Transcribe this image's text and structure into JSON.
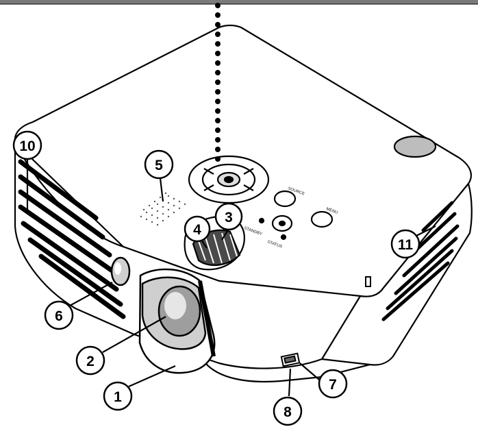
{
  "callouts": [
    {
      "id": "1",
      "text": "1"
    },
    {
      "id": "2",
      "text": "2"
    },
    {
      "id": "3",
      "text": "3"
    },
    {
      "id": "4",
      "text": "4"
    },
    {
      "id": "5",
      "text": "5"
    },
    {
      "id": "6",
      "text": "6"
    },
    {
      "id": "7",
      "text": "7"
    },
    {
      "id": "8",
      "text": "8"
    },
    {
      "id": "10",
      "text": "10"
    },
    {
      "id": "11",
      "text": "11"
    }
  ],
  "panel": {
    "standby": "STANDBY",
    "status": "STATUS",
    "menu": "MENU",
    "source": "SOURCE"
  },
  "colors": {
    "ink": "#000000",
    "body": "#ffffff",
    "shade": "#bdbdbd"
  }
}
